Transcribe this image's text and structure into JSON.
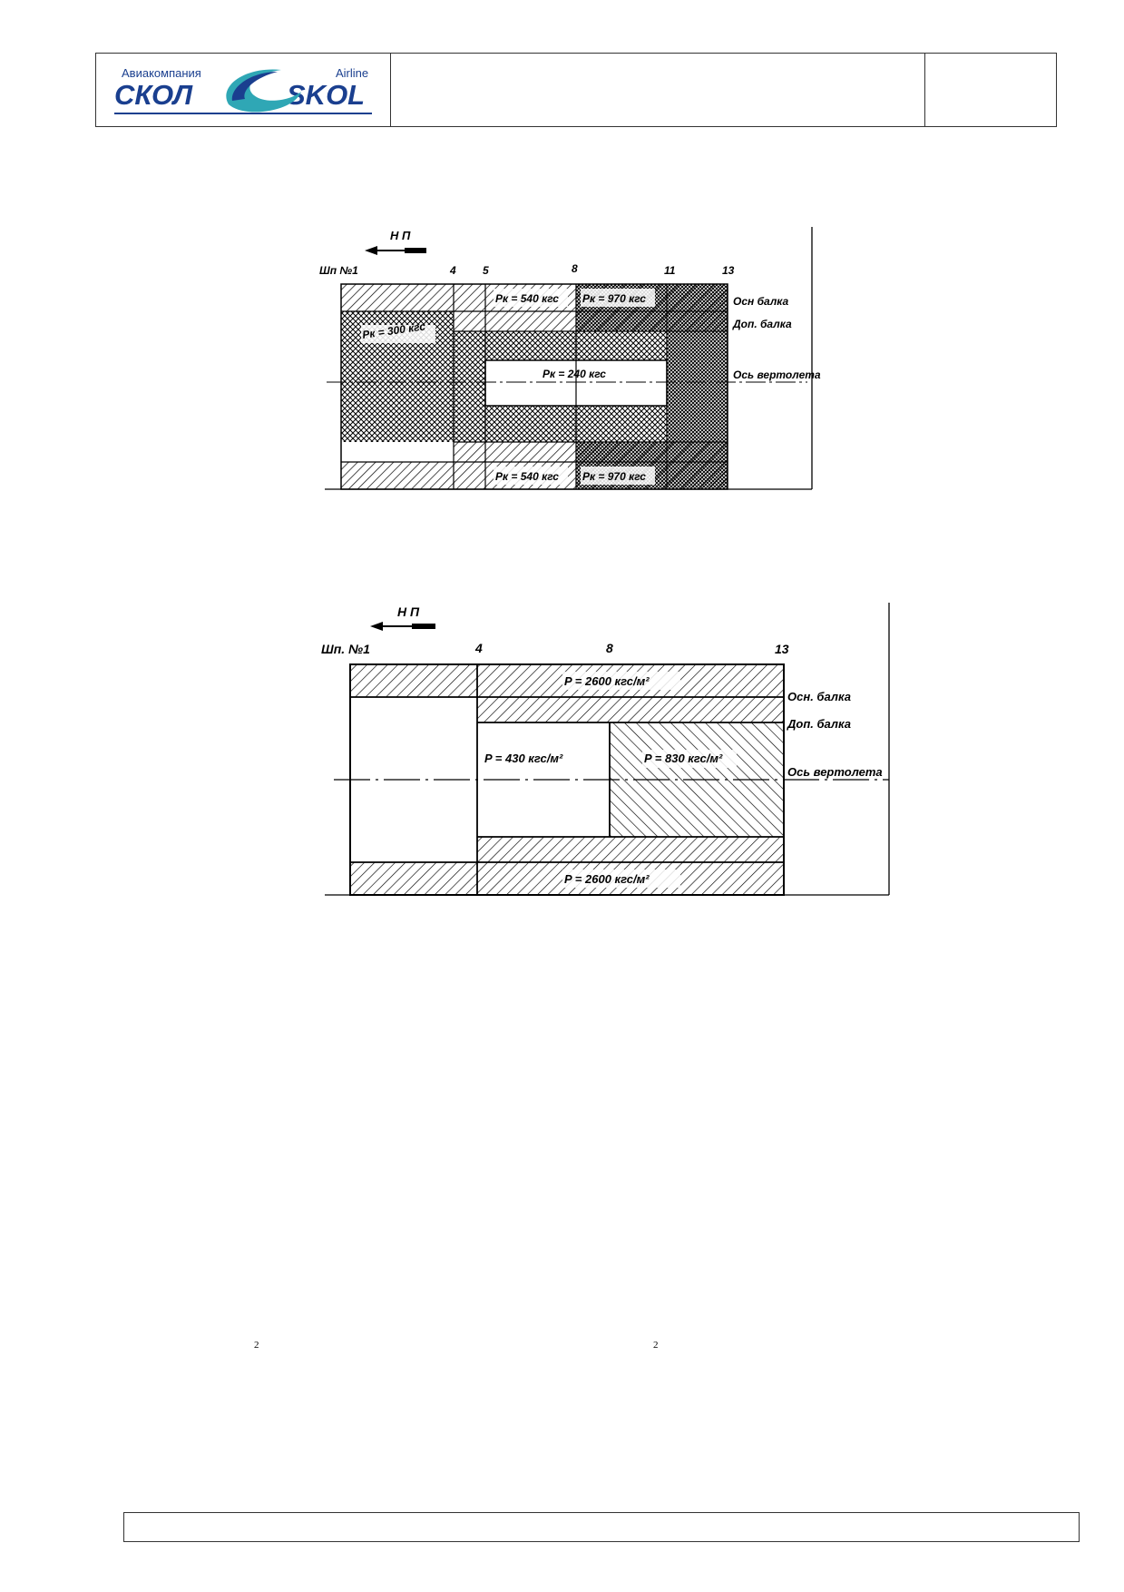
{
  "header": {
    "logo_top_left": "Авиакомпания",
    "logo_top_right": "Airline",
    "logo_left": "СКОЛ",
    "logo_right": "SKOL",
    "brand_blue": "#1a3f8f",
    "brand_teal": "#2fa7b5"
  },
  "diagram1": {
    "direction": "Н П",
    "frames": [
      "Шп №1",
      "4",
      "5",
      "8",
      "11",
      "13"
    ],
    "right_labels": [
      "Осн балка",
      "Доп. балка",
      "Ось вертолета"
    ],
    "loads": {
      "top_a": "Pк = 540 кгс",
      "top_b": "Pк = 970 кгс",
      "left": "Pк = 300 кгс",
      "center": "Pк = 240 кгс",
      "bottom_a": "Pк = 540 кгс",
      "bottom_b": "Pк = 970 кгс"
    }
  },
  "diagram2": {
    "direction": "Н П",
    "frames": [
      "Шп. №1",
      "4",
      "8",
      "13"
    ],
    "right_labels": [
      "Осн. балка",
      "Доп. балка",
      "Ось вертолета"
    ],
    "loads": {
      "top": "P = 2600 кгс/м²",
      "center_left": "P = 430 кгс/м²",
      "center_right": "P = 830 кгс/м²",
      "bottom": "P = 2600 кгс/м²"
    }
  },
  "stray_marks": [
    "2",
    "2"
  ]
}
